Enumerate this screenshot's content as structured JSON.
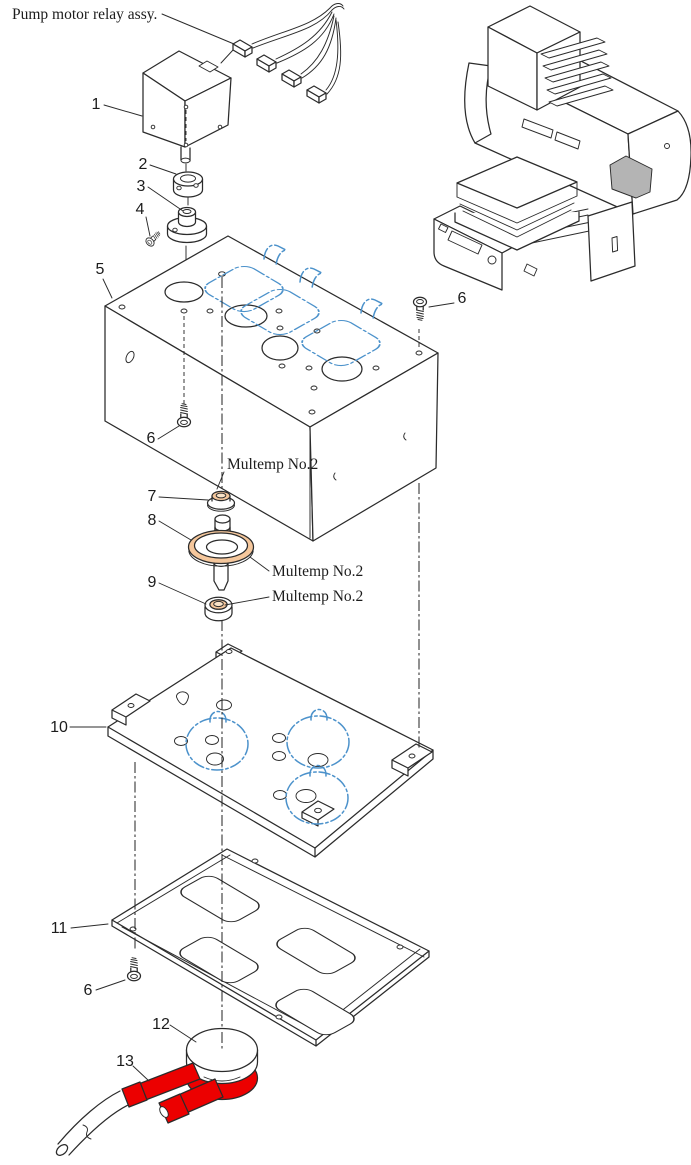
{
  "figure": {
    "assembly_label": "Pump motor relay assy.",
    "grease_labels": [
      "Multemp No.2",
      "Multemp No.2",
      "Multemp No.2"
    ],
    "callouts": {
      "n1": "1",
      "n2": "2",
      "n3": "3",
      "n4": "4",
      "n5": "5",
      "n6_right": "6",
      "n6_left": "6",
      "n6_bottom": "6",
      "n7": "7",
      "n8": "8",
      "n9": "9",
      "n10": "10",
      "n11": "11",
      "n12": "12",
      "n13": "13"
    }
  },
  "colors": {
    "line": "#2b2b2b",
    "text": "#1c1c1c",
    "phantom_blue": "#4c92cb",
    "grease_tan": "#f5c79c",
    "grease_tan_light": "#fae3c8",
    "highlight_red": "#ec0000",
    "printer_shade_gray": "#b4b4b4"
  }
}
